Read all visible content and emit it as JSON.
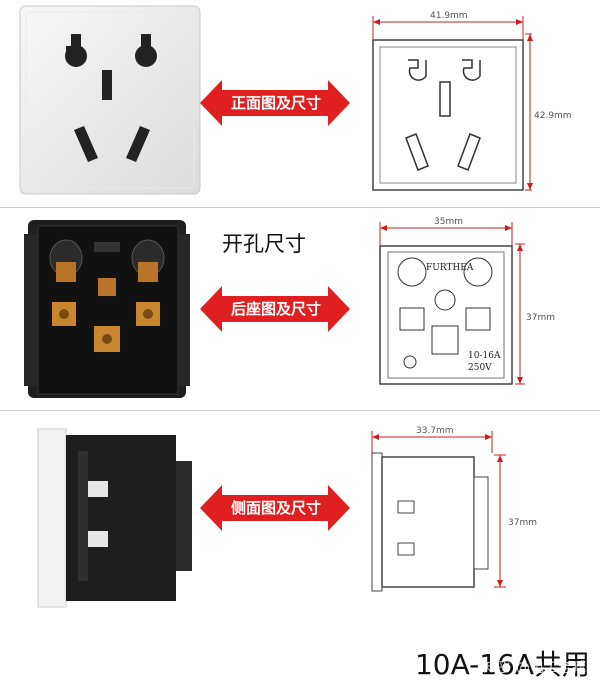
{
  "sections": [
    {
      "arrow_label": "正面图及尺寸",
      "dim_width": "41.9mm",
      "dim_height": "42.9mm"
    },
    {
      "arrow_label": "后座图及尺寸",
      "dim_width": "35mm",
      "dim_height": "37mm",
      "cutout_label": "开孔尺寸",
      "brand": "FURTHEA",
      "rating_current": "10-16A",
      "rating_voltage": "250V"
    },
    {
      "arrow_label": "侧面图及尺寸",
      "dim_width": "33.7mm",
      "dim_height": "37mm"
    }
  ],
  "footer": "10A-16A共用",
  "watermark": "知乎 @电工老臧",
  "colors": {
    "arrow": "#e02020",
    "dim_line": "#d01c1c",
    "socket_white": "#f2f2f2",
    "socket_dark": "#1e1e1e"
  }
}
